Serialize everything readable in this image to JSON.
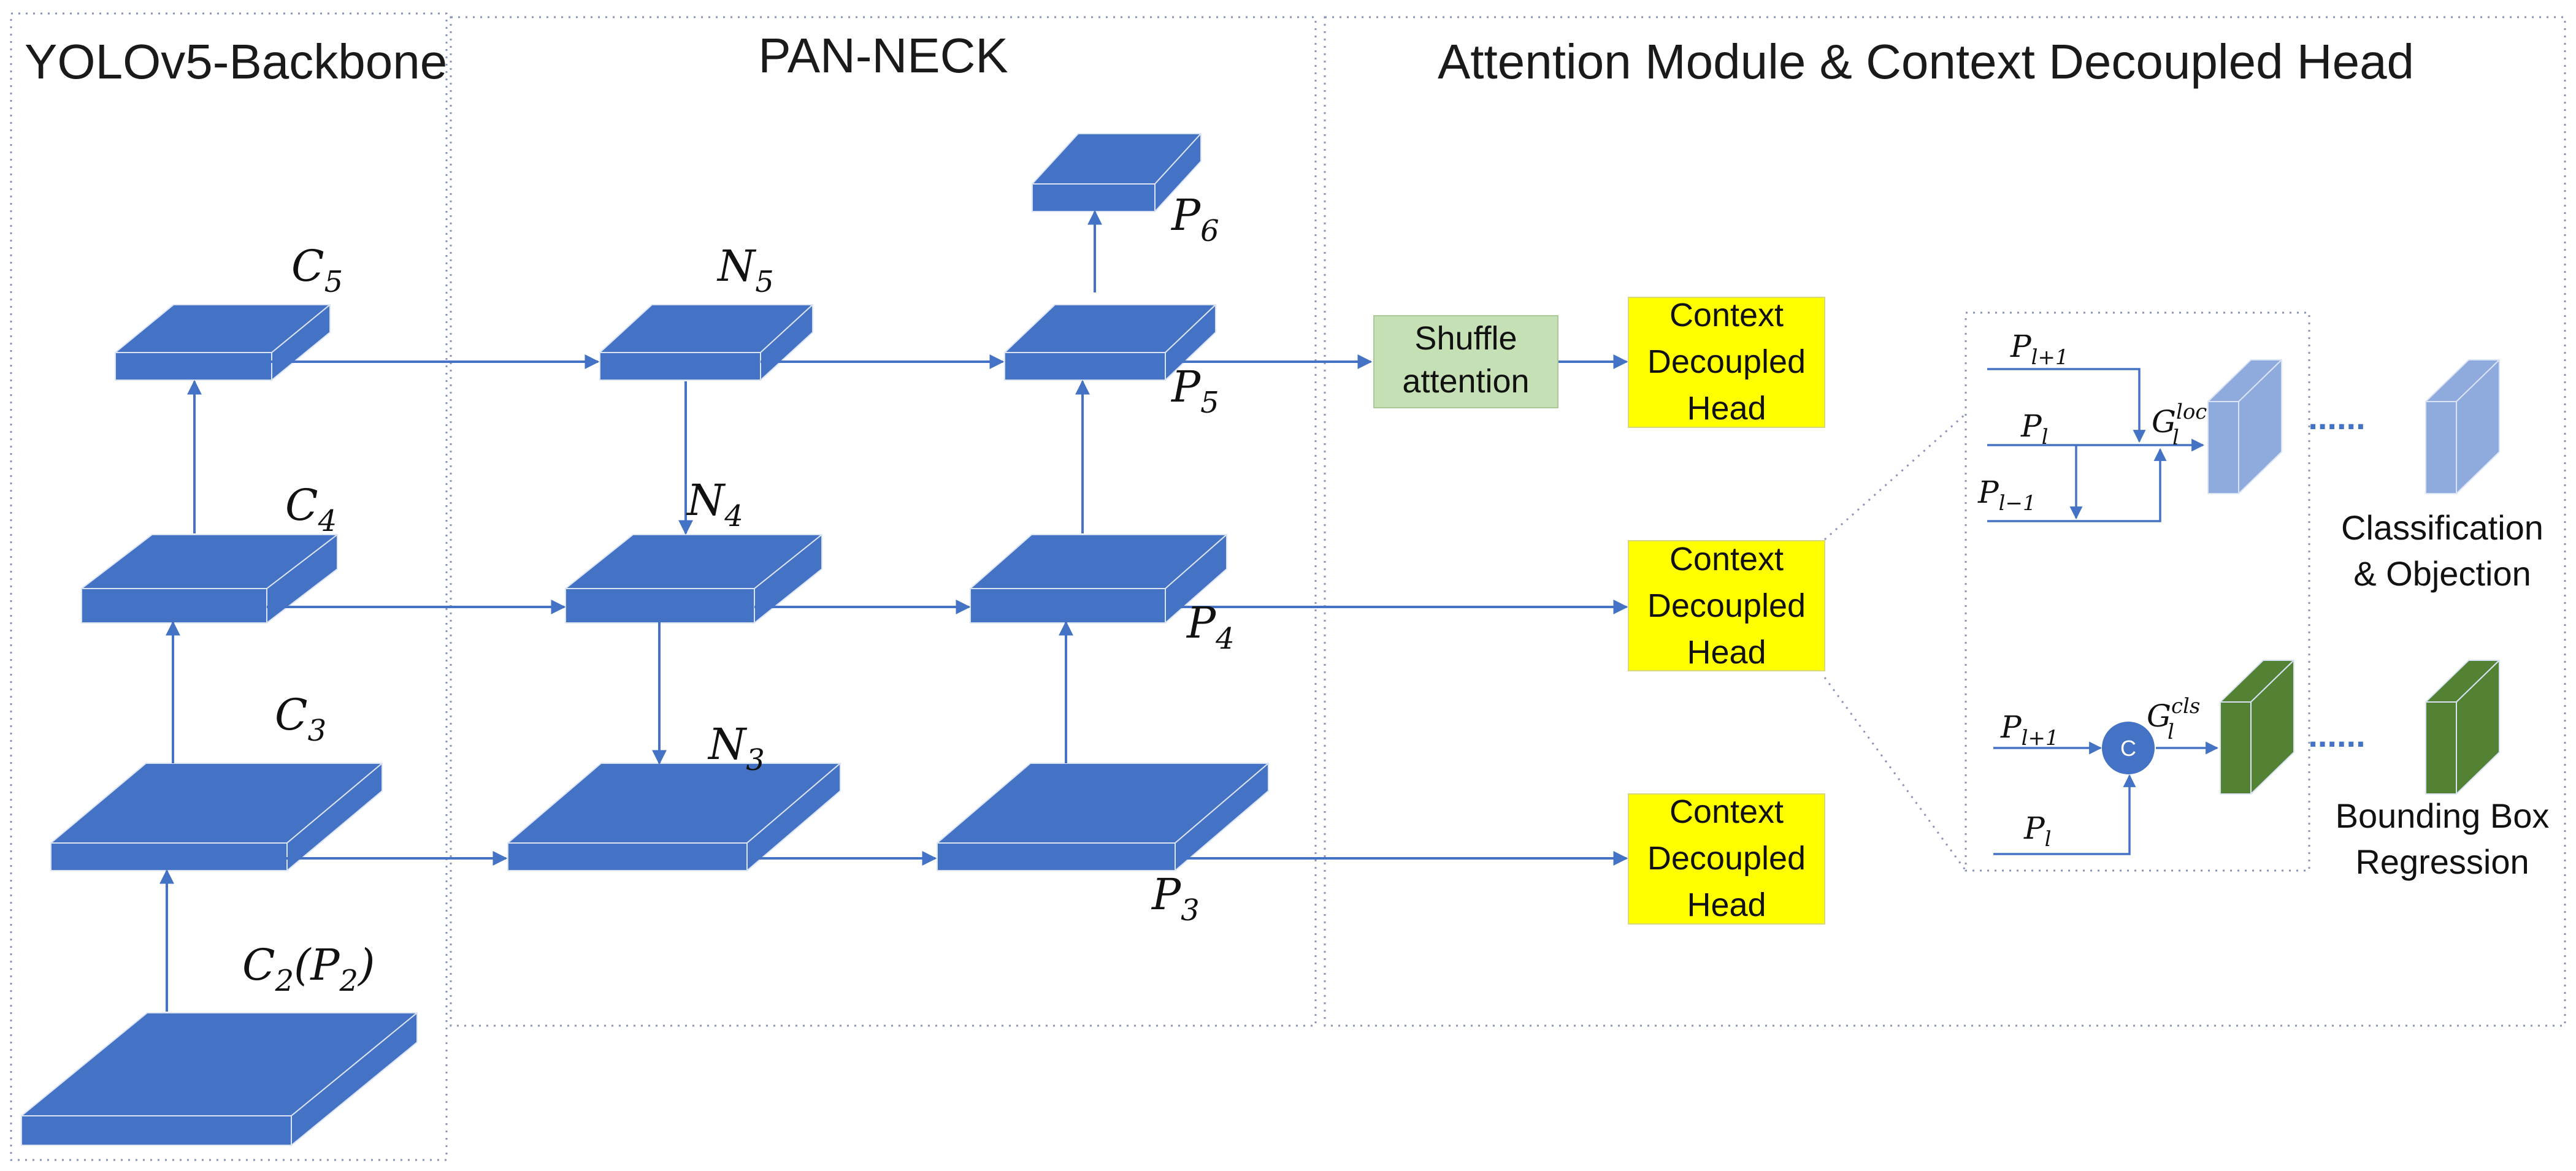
{
  "sections": {
    "backbone": "YOLOv5-Backbone",
    "neck": "PAN-NECK",
    "head": "Attention Module & Context Decoupled Head"
  },
  "backbone_labels": {
    "c5": {
      "base": "C",
      "sub": "5"
    },
    "c4": {
      "base": "C",
      "sub": "4"
    },
    "c3": {
      "base": "C",
      "sub": "3"
    },
    "c2": {
      "base": "C",
      "sub": "2",
      "paren_base": "P",
      "paren_sub": "2"
    }
  },
  "neck_labels": {
    "n5": {
      "base": "N",
      "sub": "5"
    },
    "n4": {
      "base": "N",
      "sub": "4"
    },
    "n3": {
      "base": "N",
      "sub": "3"
    },
    "p6": {
      "base": "P",
      "sub": "6"
    },
    "p5": {
      "base": "P",
      "sub": "5"
    },
    "p4": {
      "base": "P",
      "sub": "4"
    },
    "p3": {
      "base": "P",
      "sub": "3"
    }
  },
  "attention": {
    "line1": "Shuffle",
    "line2": "attention"
  },
  "heads": [
    {
      "line1": "Context",
      "line2": "Decoupled",
      "line3": "Head"
    },
    {
      "line1": "Context",
      "line2": "Decoupled",
      "line3": "Head"
    },
    {
      "line1": "Context",
      "line2": "Decoupled",
      "line3": "Head"
    }
  ],
  "detail": {
    "cls_branch": {
      "in_top": {
        "base": "P",
        "sub": "l+1"
      },
      "in_mid": {
        "base": "P",
        "sub": "l"
      },
      "in_bot": {
        "base": "P",
        "sub": "l−1"
      },
      "gate": {
        "base": "G",
        "sub": "l",
        "sup": "loc"
      }
    },
    "reg_branch": {
      "in_top": {
        "base": "P",
        "sub": "l+1"
      },
      "in_bot": {
        "base": "P",
        "sub": "l"
      },
      "concat": "C",
      "gate": {
        "base": "G",
        "sub": "l",
        "sup": "cls"
      }
    },
    "ellipsis": "......"
  },
  "outputs": {
    "cls": {
      "line1": "Classification",
      "line2": "& Objection"
    },
    "reg": {
      "line1": "Bounding Box",
      "line2": "Regression"
    }
  },
  "colors": {
    "block": "#4472c4",
    "block_edge": "#dbe4f5",
    "arrow": "#4472c4",
    "attention_fill": "#c5e0b4",
    "head_fill": "#ffff00",
    "cls_fill": "#8faadc",
    "reg_fill": "#548235",
    "border": "#8a93b8"
  }
}
